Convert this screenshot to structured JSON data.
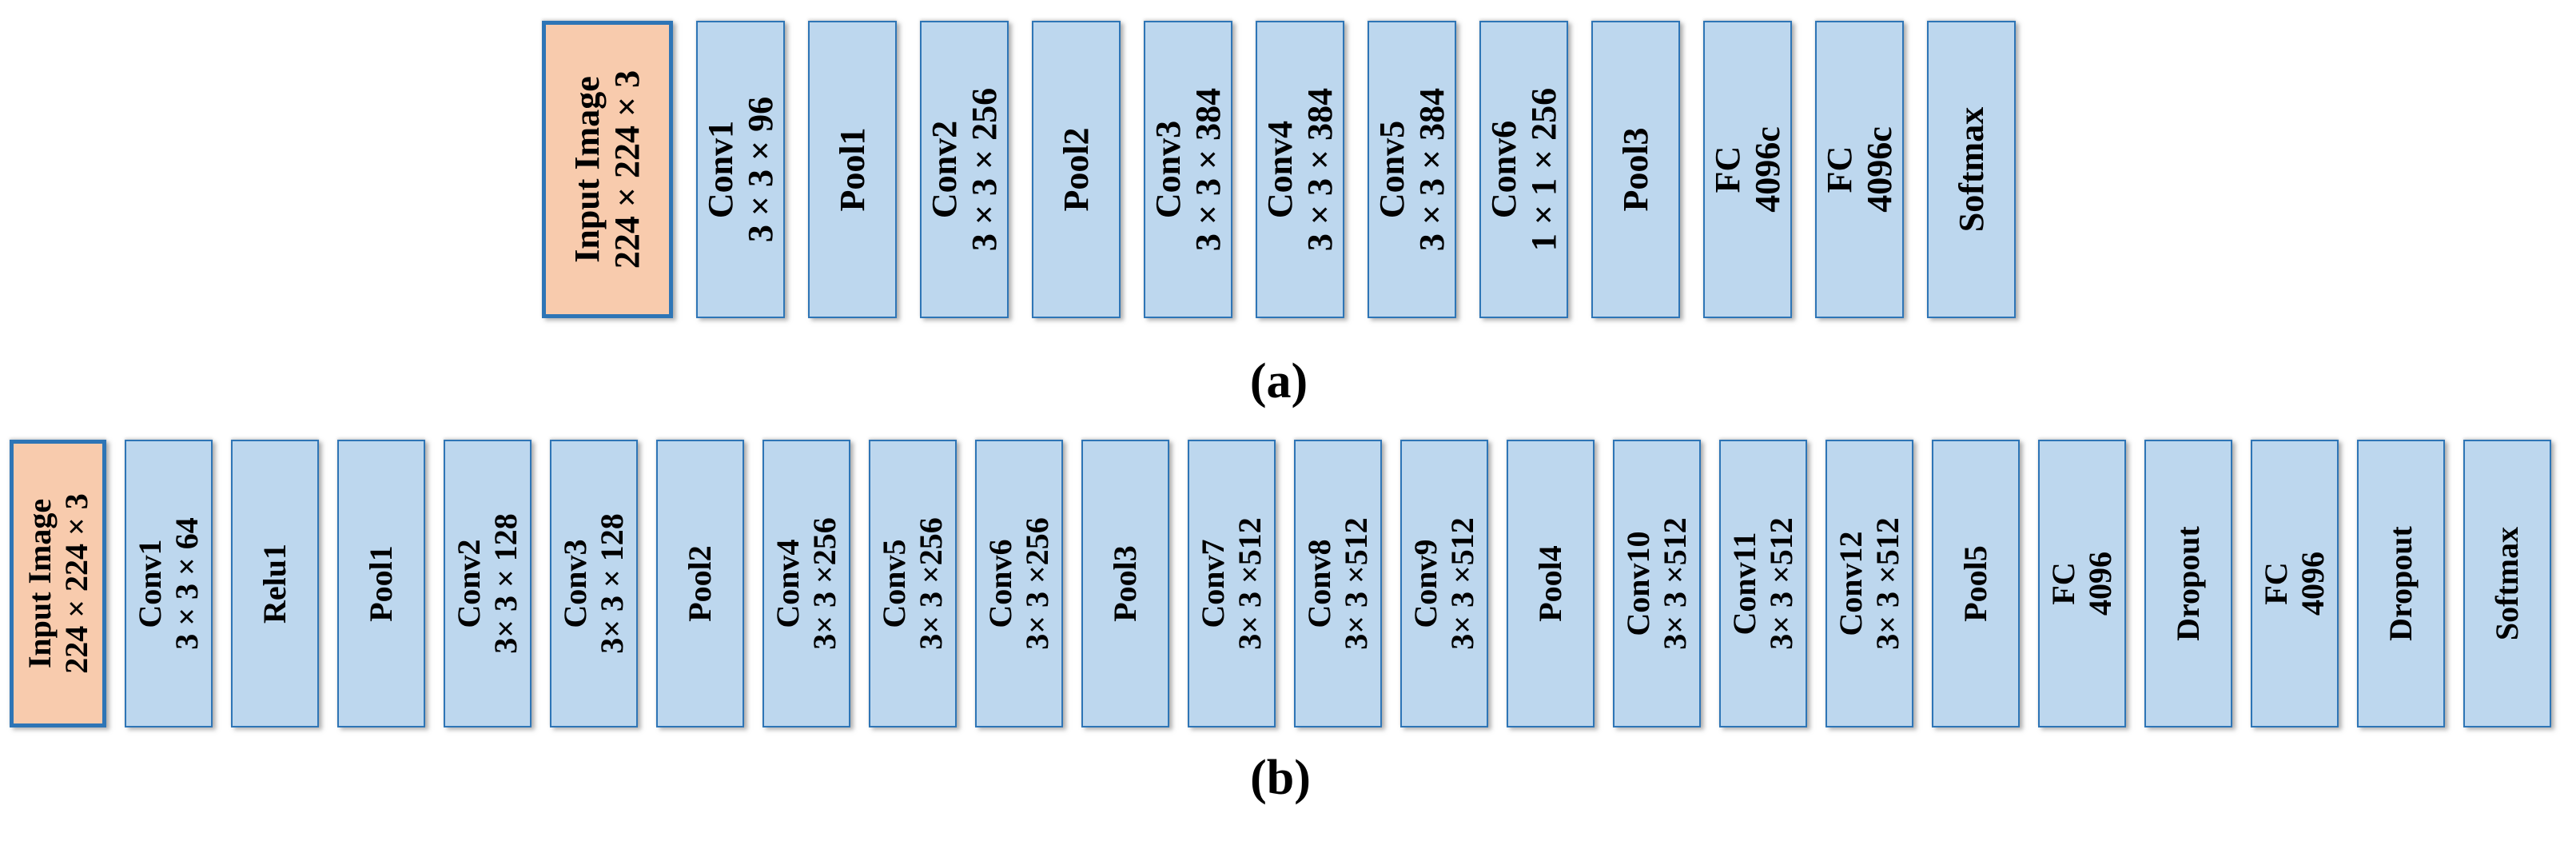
{
  "figure": {
    "panels": [
      {
        "id": "a",
        "label": "(a)",
        "layers": [
          {
            "type": "input",
            "title": "Input Image",
            "subtitle": "224 × 224 × 3"
          },
          {
            "type": "conv",
            "title": "Conv1",
            "subtitle": "3 × 3 × 96"
          },
          {
            "type": "pool",
            "title": "Pool1",
            "subtitle": ""
          },
          {
            "type": "conv",
            "title": "Conv2",
            "subtitle": "3 × 3 × 256"
          },
          {
            "type": "pool",
            "title": "Pool2",
            "subtitle": ""
          },
          {
            "type": "conv",
            "title": "Conv3",
            "subtitle": "3 × 3 × 384"
          },
          {
            "type": "conv",
            "title": "Conv4",
            "subtitle": "3 × 3 × 384"
          },
          {
            "type": "conv",
            "title": "Conv5",
            "subtitle": "3 × 3 × 384"
          },
          {
            "type": "conv",
            "title": "Conv6",
            "subtitle": "1 × 1 × 256"
          },
          {
            "type": "pool",
            "title": "Pool3",
            "subtitle": ""
          },
          {
            "type": "fc",
            "title": "FC",
            "subtitle": "4096c"
          },
          {
            "type": "fc",
            "title": "FC",
            "subtitle": "4096c"
          },
          {
            "type": "softmax",
            "title": "Softmax",
            "subtitle": ""
          }
        ]
      },
      {
        "id": "b",
        "label": "(b)",
        "layers": [
          {
            "type": "input",
            "title": "Input Image",
            "subtitle": "224 × 224 × 3"
          },
          {
            "type": "conv",
            "title": "Conv1",
            "subtitle": "3 × 3 × 64"
          },
          {
            "type": "relu",
            "title": "Relu1",
            "subtitle": ""
          },
          {
            "type": "pool",
            "title": "Pool1",
            "subtitle": ""
          },
          {
            "type": "conv",
            "title": "Conv2",
            "subtitle": "3× 3 × 128"
          },
          {
            "type": "conv",
            "title": "Conv3",
            "subtitle": "3× 3 × 128"
          },
          {
            "type": "pool",
            "title": "Pool2",
            "subtitle": ""
          },
          {
            "type": "conv",
            "title": "Conv4",
            "subtitle": "3× 3 ×256"
          },
          {
            "type": "conv",
            "title": "Conv5",
            "subtitle": "3× 3 ×256"
          },
          {
            "type": "conv",
            "title": "Conv6",
            "subtitle": "3× 3 ×256"
          },
          {
            "type": "pool",
            "title": "Pool3",
            "subtitle": ""
          },
          {
            "type": "conv",
            "title": "Conv7",
            "subtitle": "3× 3 ×512"
          },
          {
            "type": "conv",
            "title": "Conv8",
            "subtitle": "3× 3 ×512"
          },
          {
            "type": "conv",
            "title": "Conv9",
            "subtitle": "3× 3 ×512"
          },
          {
            "type": "pool",
            "title": "Pool4",
            "subtitle": ""
          },
          {
            "type": "conv",
            "title": "Conv10",
            "subtitle": "3× 3 ×512"
          },
          {
            "type": "conv",
            "title": "Conv11",
            "subtitle": "3× 3 ×512"
          },
          {
            "type": "conv",
            "title": "Conv12",
            "subtitle": "3× 3 ×512"
          },
          {
            "type": "pool",
            "title": "Pool5",
            "subtitle": ""
          },
          {
            "type": "fc",
            "title": "FC",
            "subtitle": "4096"
          },
          {
            "type": "dropout",
            "title": "Dropout",
            "subtitle": ""
          },
          {
            "type": "fc",
            "title": "FC",
            "subtitle": "4096"
          },
          {
            "type": "dropout",
            "title": "Dropout",
            "subtitle": ""
          },
          {
            "type": "softmax",
            "title": "Softmax",
            "subtitle": ""
          }
        ]
      }
    ]
  },
  "colors": {
    "layer_fill": "#BDD7EE",
    "layer_border": "#2E75B6",
    "input_fill": "#F8CBAD",
    "input_border": "#2E75B6",
    "text": "#000000",
    "background": "#FFFFFF"
  }
}
